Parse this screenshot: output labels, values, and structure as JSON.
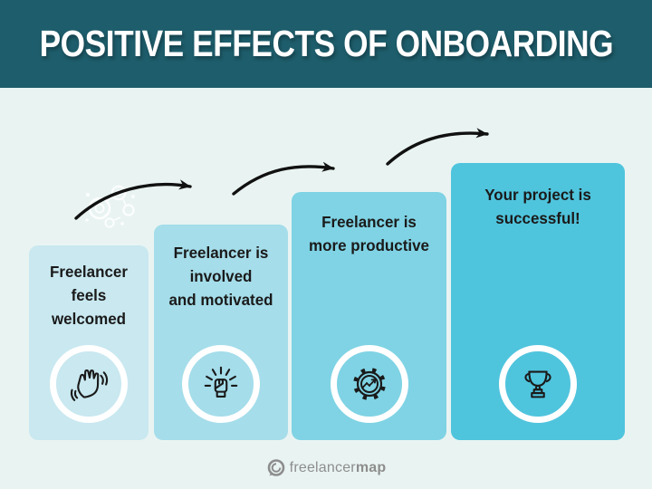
{
  "header": {
    "title": "POSITIVE EFFECTS OF ONBOARDING"
  },
  "steps": [
    {
      "name": "freelancer-feels-welcomed",
      "lines": [
        "Freelancer",
        "feels",
        "welcomed"
      ],
      "icon": "waving-hand-icon",
      "color": "#c9e8f0"
    },
    {
      "name": "freelancer-involved-motivated",
      "lines": [
        "Freelancer is",
        "involved",
        "and motivated"
      ],
      "icon": "raised-fist-icon",
      "color": "#a5ddea"
    },
    {
      "name": "freelancer-more-productive",
      "lines": [
        "Freelancer is",
        "more productive"
      ],
      "icon": "gear-chart-icon",
      "color": "#7fd3e4"
    },
    {
      "name": "project-successful",
      "lines": [
        "Your project is",
        "successful!"
      ],
      "icon": "trophy-icon",
      "color": "#4fc4dd"
    }
  ],
  "footer": {
    "brand_light": "freelancer",
    "brand_bold": "map"
  },
  "colors": {
    "header_bg": "#1e5d6b",
    "page_bg": "#e9f4f2",
    "title_color": "#ffffff",
    "text_color": "#1a1a1a",
    "arrow_color": "#111111",
    "ring_color": "#ffffff",
    "logo_gray": "#8d8d8d"
  }
}
